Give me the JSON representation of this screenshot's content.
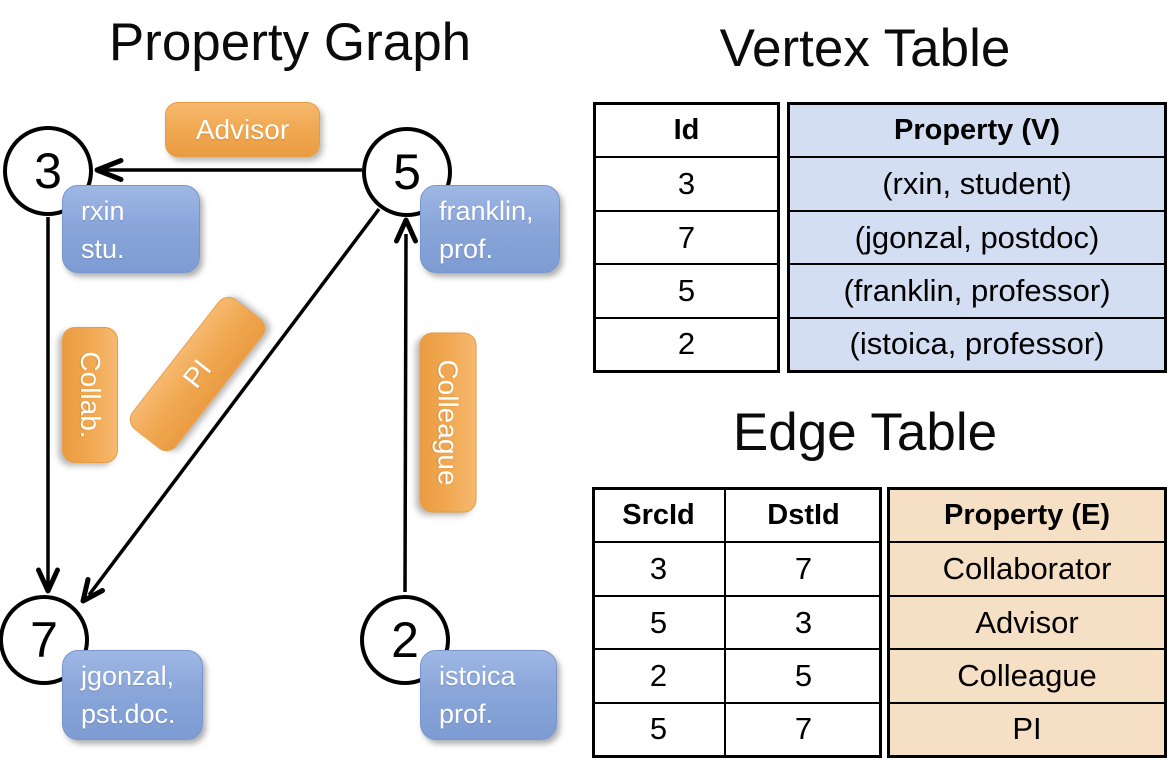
{
  "titles": {
    "graph": "Property Graph",
    "vertex": "Vertex Table",
    "edge": "Edge Table"
  },
  "colors": {
    "edge_label_orange": "#F0A851",
    "node_label_blue": "#8AA6D9",
    "vertex_property_cell_bg": "#D3DEF2",
    "edge_property_cell_bg": "#F6E0C5",
    "line_black": "#000000"
  },
  "graph": {
    "nodes": [
      {
        "id": "3",
        "label": [
          "rxin",
          "stu."
        ]
      },
      {
        "id": "5",
        "label": [
          "franklin,",
          "prof."
        ]
      },
      {
        "id": "7",
        "label": [
          "jgonzal,",
          "pst.doc."
        ]
      },
      {
        "id": "2",
        "label": [
          "istoica",
          "prof."
        ]
      }
    ],
    "edge_labels": {
      "advisor": "Advisor",
      "collab": "Collab.",
      "pi": "PI",
      "colleague": "Colleague"
    }
  },
  "vertex_table": {
    "headers": {
      "id": "Id",
      "property": "Property (V)"
    },
    "rows": [
      {
        "id": "3",
        "property": "(rxin, student)"
      },
      {
        "id": "7",
        "property": "(jgonzal, postdoc)"
      },
      {
        "id": "5",
        "property": "(franklin, professor)"
      },
      {
        "id": "2",
        "property": "(istoica, professor)"
      }
    ]
  },
  "edge_table": {
    "headers": {
      "src": "SrcId",
      "dst": "DstId",
      "property": "Property (E)"
    },
    "rows": [
      {
        "src": "3",
        "dst": "7",
        "property": "Collaborator"
      },
      {
        "src": "5",
        "dst": "3",
        "property": "Advisor"
      },
      {
        "src": "2",
        "dst": "5",
        "property": "Colleague"
      },
      {
        "src": "5",
        "dst": "7",
        "property": "PI"
      }
    ]
  }
}
